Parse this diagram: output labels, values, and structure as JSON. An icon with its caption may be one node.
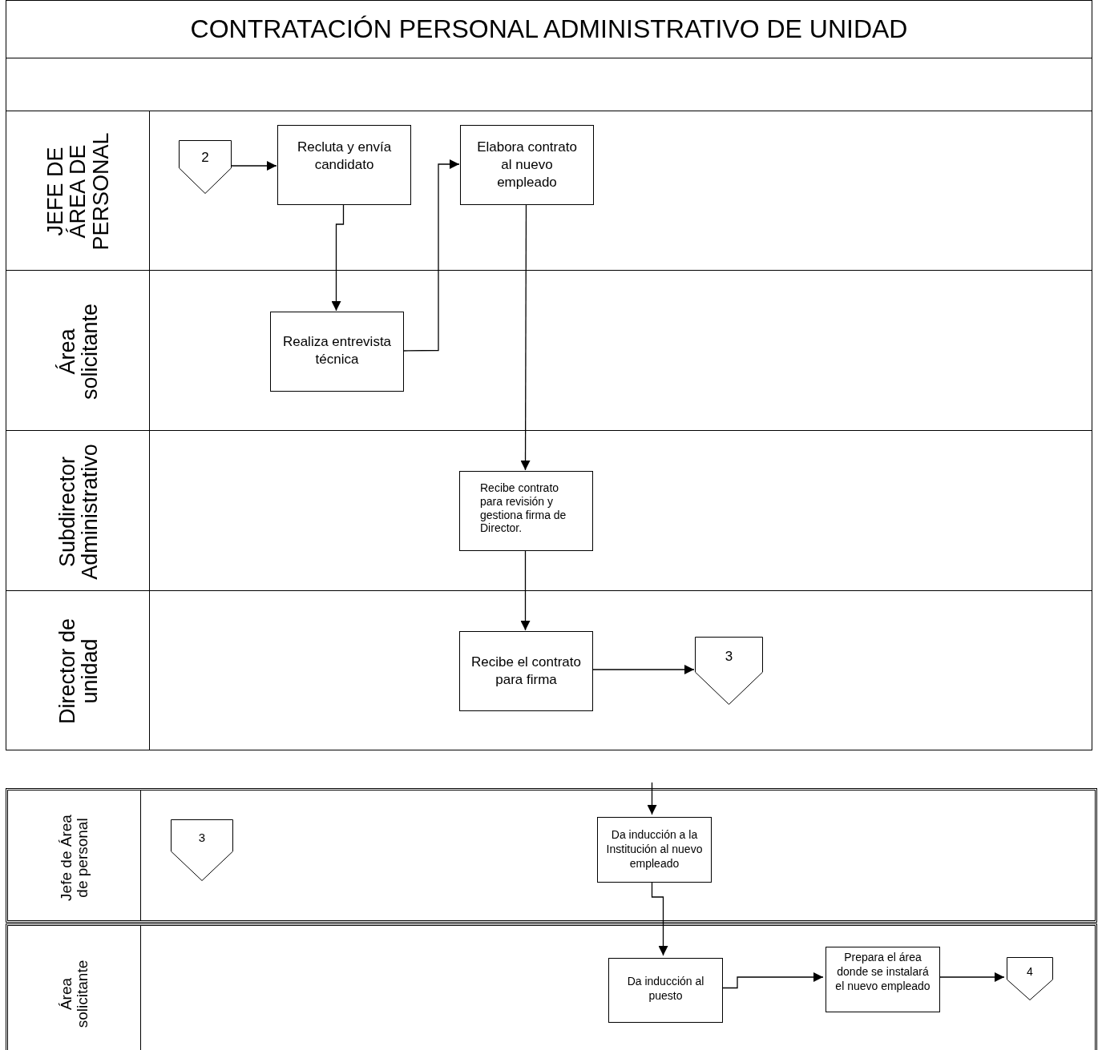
{
  "diagram": {
    "title": "CONTRATACIÓN PERSONAL ADMINISTRATIVO DE UNIDAD",
    "nodes": [
      {
        "text": [
          "JEFE DE ÁREA DE PERSONAL"
        ]
      },
      {
        "text": [
          "2"
        ],
        "in": 0
      },
      {
        "text": [
          "Recluta y envía candidato"
        ],
        "in": 0
      },
      {
        "text": [
          "Elabora contrato al nuevo empleado"
        ],
        "in": 0
      },
      {
        "text": [
          "Área solicitante"
        ]
      },
      {
        "text": [
          "Realiza entrevista técnica"
        ],
        "in": 4
      },
      {
        "text": [
          "Subdirector Administrativo"
        ]
      },
      {
        "text": [
          "Recibe contrato para revisión y gestiona firma de Director."
        ],
        "in": 6
      },
      {
        "text": [
          "Director de unidad"
        ]
      },
      {
        "text": [
          "Recibe el contrato para firma"
        ],
        "in": 8
      },
      {
        "text": [
          "3"
        ],
        "in": 8
      },
      {
        "text": [
          "Jefe de Área de personal"
        ]
      },
      {
        "text": [
          "3"
        ],
        "in": 11
      },
      {
        "text": [
          "Da inducción a la Institución al nuevo empleado"
        ],
        "in": 11
      },
      {
        "text": [
          "Área solicitante"
        ]
      },
      {
        "text": [
          "Da inducción al puesto"
        ],
        "in": 14
      },
      {
        "text": [
          "Prepara el área donde se instalará el nuevo empleado"
        ],
        "in": 14
      },
      {
        "text": [
          "4"
        ],
        "in": 14
      }
    ],
    "edges": [
      {
        "from": 1,
        "to": 2,
        "arrow": "to"
      },
      {
        "from": 2,
        "to": 5,
        "arrow": "to"
      },
      {
        "from": 5,
        "to": 3,
        "arrow": "to"
      },
      {
        "from": 3,
        "to": 7,
        "arrow": "to"
      },
      {
        "from": 7,
        "to": 9,
        "arrow": "to"
      },
      {
        "from": 9,
        "to": 10,
        "arrow": "to"
      },
      {
        "from": null,
        "to": 13,
        "arrow": "to"
      },
      {
        "from": 13,
        "to": 15,
        "arrow": "to"
      },
      {
        "from": 15,
        "to": 16,
        "arrow": "to"
      },
      {
        "from": 16,
        "to": 17,
        "arrow": "to"
      }
    ]
  }
}
